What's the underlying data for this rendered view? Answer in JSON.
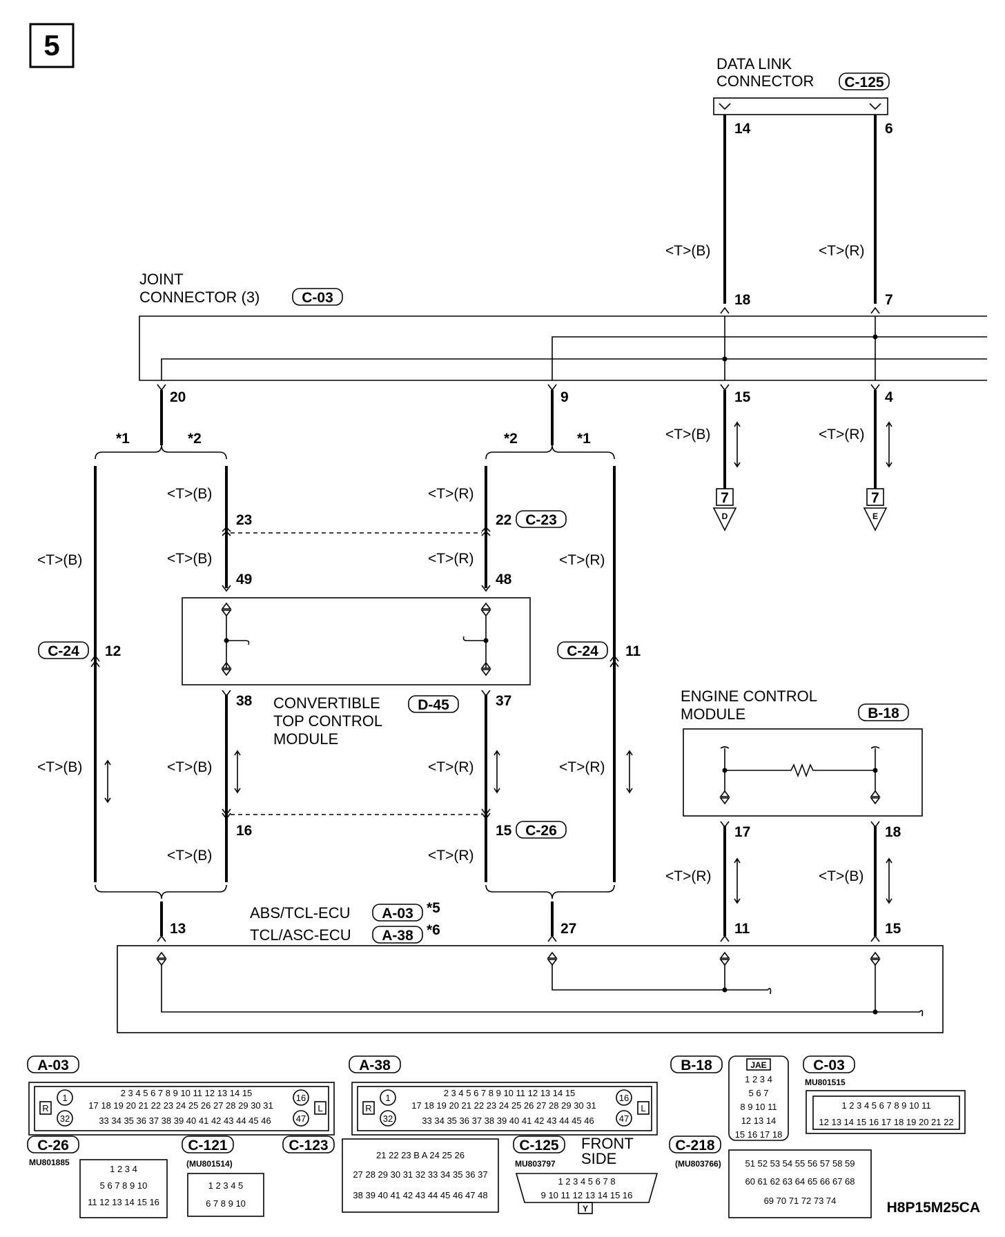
{
  "page_number": "5",
  "diagram_code": "H8P15M25CA",
  "components": {
    "data_link": {
      "line1": "DATA LINK",
      "line2": "CONNECTOR",
      "conn": "C-125"
    },
    "joint": {
      "line1": "JOINT",
      "line2": "CONNECTOR (3)",
      "conn": "C-03"
    },
    "ctcm": {
      "line1": "CONVERTIBLE",
      "line2": "TOP CONTROL",
      "line3": "MODULE",
      "conn": "D-45"
    },
    "ecm": {
      "line1": "ENGINE CONTROL",
      "line2": "MODULE",
      "conn": "B-18"
    },
    "abs": {
      "name": "ABS/TCL-ECU",
      "conn": "A-03",
      "note": "*5"
    },
    "tcl": {
      "name": "TCL/ASC-ECU",
      "conn": "A-38",
      "note": "*6"
    }
  },
  "wire_colors": {
    "tb": "<T>(B)",
    "tr": "<T>(R)"
  },
  "pins": {
    "dl14": "14",
    "dl6": "6",
    "j18": "18",
    "j7": "7",
    "j20": "20",
    "j9": "9",
    "j15": "15",
    "j4": "4",
    "c23_23": "23",
    "c23_22": "22",
    "d45_49": "49",
    "d45_48": "48",
    "c24_12": "12",
    "c24_11": "11",
    "d45_38": "38",
    "d45_37": "37",
    "c26_16": "16",
    "c26_15": "15",
    "ecm17": "17",
    "ecm18": "18",
    "abs13": "13",
    "abs27": "27",
    "abs11": "11",
    "abs15": "15"
  },
  "connector_tags": {
    "c23": "C-23",
    "c24": "C-24",
    "c26": "C-26"
  },
  "notes": {
    "n1": "*1",
    "n2": "*2"
  },
  "offpage": {
    "num": "7",
    "d": "D",
    "e": "E"
  },
  "connector_views": {
    "a03": {
      "label": "A-03",
      "row1": "2 3 4 5 6 7 8 9 10 11 12 13 14 15",
      "row2": "17 18 19 20 21 22 23 24 25 26 27 28 29 30 31",
      "row3": "33 34 35 36 37 38 39 40 41 42 43 44 45 46",
      "r": "R",
      "l": "L",
      "p1": "1",
      "p32": "32",
      "p16": "16",
      "p47": "47"
    },
    "a38": {
      "label": "A-38",
      "row1": "2 3 4 5 6 7 8 9 10 11 12 13 14 15",
      "row2": "17 18 19 20 21 22 23 24 25 26 27 28 29 30 31",
      "row3": "33 34 35 36 37 38 39 40 41 42 43 44 45 46",
      "r": "R",
      "l": "L",
      "p1": "1",
      "p32": "32",
      "p16": "16",
      "p47": "47"
    },
    "b18": {
      "label": "B-18",
      "jae": "JAE",
      "row1": "1 2 3 4",
      "row2": "5 6 7",
      "row3": "8 9 10 11",
      "row4": "12 13 14",
      "row5": "15 16 17 18"
    },
    "c03": {
      "label": "C-03",
      "part": "MU801515",
      "row1": "1 2 3 4 5 6 7 8 9 10 11",
      "row2": "12 13 14 15 16 17 18 19 20 21 22"
    },
    "c26": {
      "label": "C-26",
      "part": "MU801885",
      "row1": "1 2     3 4",
      "row2": "5 6 7 8 9 10",
      "row3": "11 12 13 14 15 16"
    },
    "c121": {
      "label": "C-121",
      "part": "(MU801514)",
      "row1": "1 2 3 4 5",
      "row2": "6 7 8 9 10"
    },
    "c123": {
      "label": "C-123",
      "row1": "21 22 23   B   A   24 25 26",
      "row2": "27 28 29 30 31 32 33 34 35 36 37",
      "row3": "38 39 40 41 42 43 44 45 46 47 48"
    },
    "c125": {
      "label": "C-125",
      "part": "MU803797",
      "front1": "FRONT",
      "front2": "SIDE",
      "row1": "1 2 3 4 5 6 7 8",
      "row2": "9 10 11 12 13 14 15 16",
      "y": "Y"
    },
    "c218": {
      "label": "C-218",
      "part": "(MU803766)",
      "row1": "51 52 53 54 55 56 57 58 59",
      "row2": "60 61 62 63 64 65 66 67 68",
      "row3": "69 70 71         72 73 74"
    }
  }
}
